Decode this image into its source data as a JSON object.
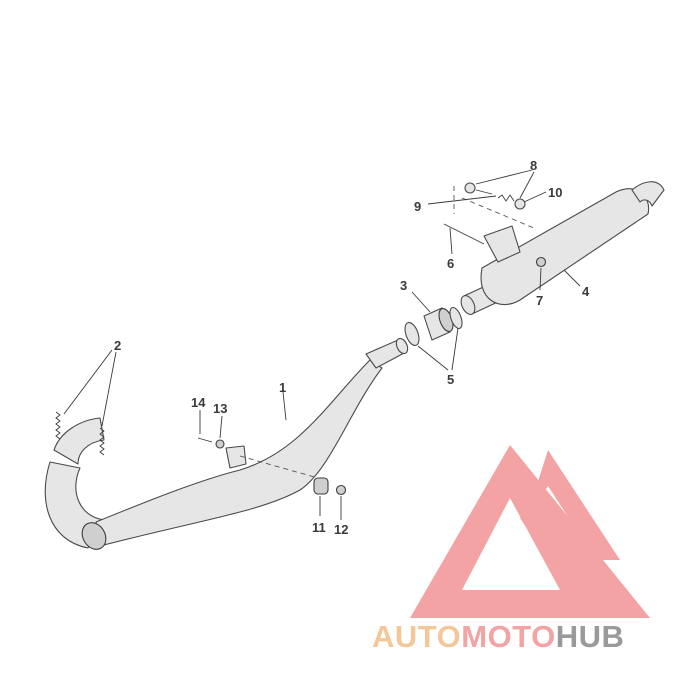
{
  "diagram": {
    "callouts": [
      "1",
      "2",
      "3",
      "4",
      "5",
      "6",
      "7",
      "8",
      "9",
      "10",
      "11",
      "12",
      "13",
      "14"
    ]
  },
  "watermark": {
    "brand_part1": "AUTO",
    "brand_part2": "MOTO",
    "brand_part3": "HUB",
    "colors": {
      "auto": "#f2c89a",
      "moto": "#f3a3a3",
      "hub": "#9a9a9a",
      "logo": "#f3a3a3"
    }
  }
}
